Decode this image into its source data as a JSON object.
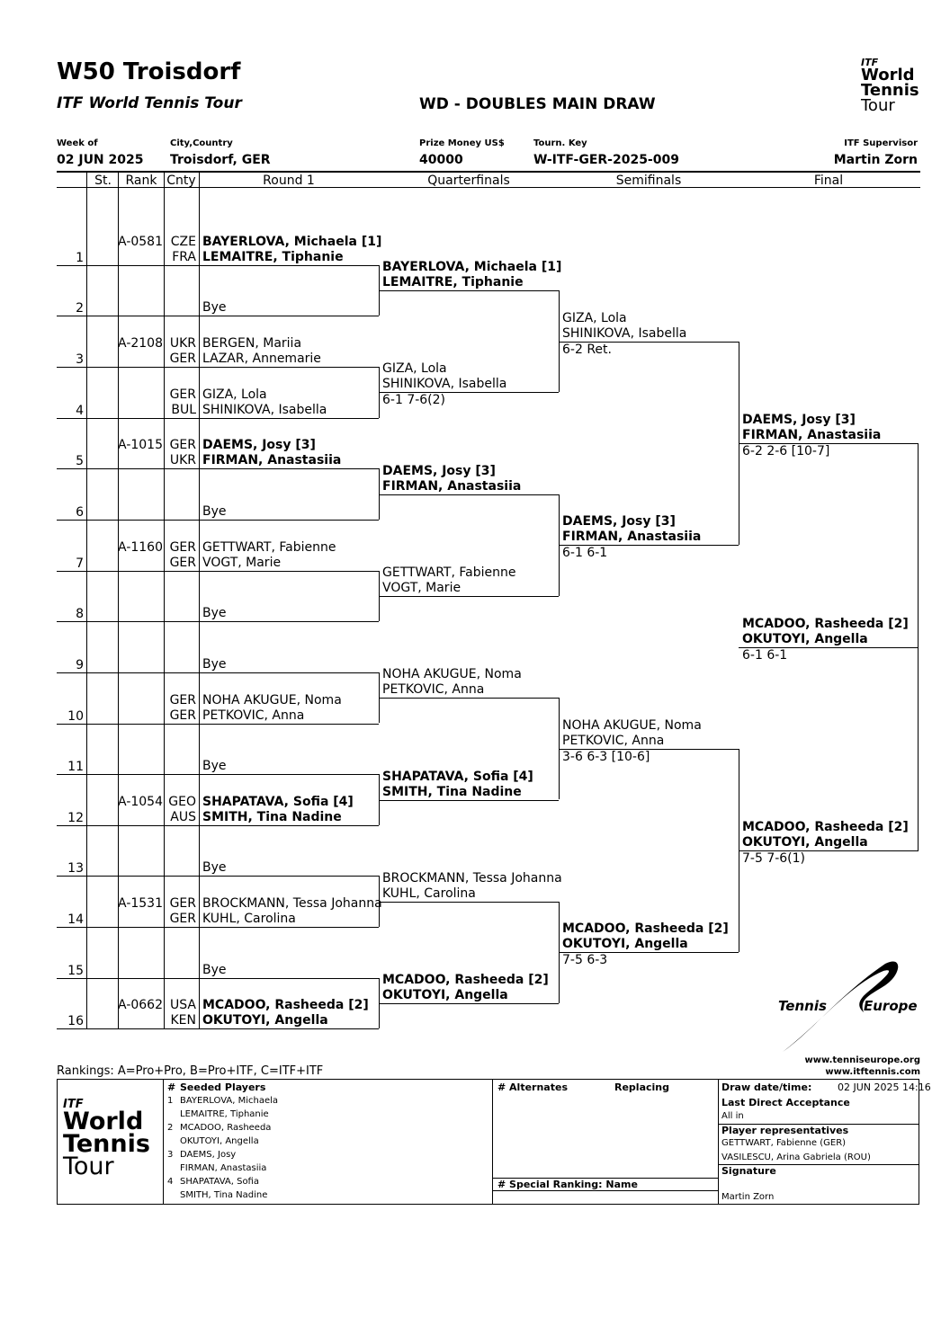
{
  "header": {
    "title": "W50 Troisdorf",
    "subtitle": "ITF World Tennis Tour",
    "draw_name": "WD - DOUBLES MAIN DRAW",
    "logo_text": [
      "World",
      "Tennis",
      "Tour"
    ],
    "logo_itf": "ITF"
  },
  "info": {
    "week_label": "Week of",
    "week_value": "02 JUN 2025",
    "city_label": "City,Country",
    "city_value": "Troisdorf, GER",
    "prize_label": "Prize Money US$",
    "prize_value": "40000",
    "key_label": "Tourn. Key",
    "key_value": "W-ITF-GER-2025-009",
    "sup_label": "ITF Supervisor",
    "sup_value": "Martin Zorn"
  },
  "columns": {
    "st": "St.",
    "rank": "Rank",
    "cnty": "Cnty",
    "r1": "Round 1",
    "qf": "Quarterfinals",
    "sf": "Semifinals",
    "f": "Final"
  },
  "lines": [
    {
      "num": "1",
      "rank": "A-0581",
      "c1": "CZE",
      "c2": "FRA",
      "p1": "BAYERLOVA, Michaela [1]",
      "p2": "LEMAITRE, Tiphanie",
      "bold": true
    },
    {
      "num": "2",
      "rank": "",
      "c1": "",
      "c2": "",
      "p1": "",
      "p2": "Bye",
      "bold": false
    },
    {
      "num": "3",
      "rank": "A-2108",
      "c1": "UKR",
      "c2": "GER",
      "p1": "BERGEN, Mariia",
      "p2": "LAZAR, Annemarie",
      "bold": false
    },
    {
      "num": "4",
      "rank": "",
      "c1": "GER",
      "c2": "BUL",
      "p1": "GIZA, Lola",
      "p2": "SHINIKOVA, Isabella",
      "bold": false
    },
    {
      "num": "5",
      "rank": "A-1015",
      "c1": "GER",
      "c2": "UKR",
      "p1": "DAEMS, Josy [3]",
      "p2": "FIRMAN, Anastasiia",
      "bold": true
    },
    {
      "num": "6",
      "rank": "",
      "c1": "",
      "c2": "",
      "p1": "",
      "p2": "Bye",
      "bold": false
    },
    {
      "num": "7",
      "rank": "A-1160",
      "c1": "GER",
      "c2": "GER",
      "p1": "GETTWART, Fabienne",
      "p2": "VOGT, Marie",
      "bold": false
    },
    {
      "num": "8",
      "rank": "",
      "c1": "",
      "c2": "",
      "p1": "",
      "p2": "Bye",
      "bold": false
    },
    {
      "num": "9",
      "rank": "",
      "c1": "",
      "c2": "",
      "p1": "",
      "p2": "Bye",
      "bold": false
    },
    {
      "num": "10",
      "rank": "",
      "c1": "GER",
      "c2": "GER",
      "p1": "NOHA AKUGUE, Noma",
      "p2": "PETKOVIC, Anna",
      "bold": false
    },
    {
      "num": "11",
      "rank": "",
      "c1": "",
      "c2": "",
      "p1": "",
      "p2": "Bye",
      "bold": false
    },
    {
      "num": "12",
      "rank": "A-1054",
      "c1": "GEO",
      "c2": "AUS",
      "p1": "SHAPATAVA, Sofia [4]",
      "p2": "SMITH, Tina Nadine",
      "bold": true
    },
    {
      "num": "13",
      "rank": "",
      "c1": "",
      "c2": "",
      "p1": "",
      "p2": "Bye",
      "bold": false
    },
    {
      "num": "14",
      "rank": "A-1531",
      "c1": "GER",
      "c2": "GER",
      "p1": "BROCKMANN, Tessa Johanna",
      "p2": "KUHL, Carolina",
      "bold": false
    },
    {
      "num": "15",
      "rank": "",
      "c1": "",
      "c2": "",
      "p1": "",
      "p2": "Bye",
      "bold": false
    },
    {
      "num": "16",
      "rank": "A-0662",
      "c1": "USA",
      "c2": "KEN",
      "p1": "MCADOO, Rasheeda [2]",
      "p2": "OKUTOYI, Angella",
      "bold": true
    }
  ],
  "qf": [
    {
      "p1": "BAYERLOVA, Michaela [1]",
      "p2": "LEMAITRE, Tiphanie",
      "score": "",
      "bold": true
    },
    {
      "p1": "GIZA, Lola",
      "p2": "SHINIKOVA, Isabella",
      "score": "6-1 7-6(2)",
      "bold": false
    },
    {
      "p1": "DAEMS, Josy [3]",
      "p2": "FIRMAN, Anastasiia",
      "score": "",
      "bold": true
    },
    {
      "p1": "GETTWART, Fabienne",
      "p2": "VOGT, Marie",
      "score": "",
      "bold": false
    },
    {
      "p1": "NOHA AKUGUE, Noma",
      "p2": "PETKOVIC, Anna",
      "score": "",
      "bold": false
    },
    {
      "p1": "SHAPATAVA, Sofia [4]",
      "p2": "SMITH, Tina Nadine",
      "score": "",
      "bold": true
    },
    {
      "p1": "BROCKMANN, Tessa Johanna",
      "p2": "KUHL, Carolina",
      "score": "",
      "bold": false
    },
    {
      "p1": "MCADOO, Rasheeda [2]",
      "p2": "OKUTOYI, Angella",
      "score": "",
      "bold": true
    }
  ],
  "sf": [
    {
      "p1": "GIZA, Lola",
      "p2": "SHINIKOVA, Isabella",
      "score": "6-2 Ret.",
      "bold": false
    },
    {
      "p1": "DAEMS, Josy [3]",
      "p2": "FIRMAN, Anastasiia",
      "score": "6-1 6-1",
      "bold": true
    },
    {
      "p1": "NOHA AKUGUE, Noma",
      "p2": "PETKOVIC, Anna",
      "score": "3-6 6-3 [10-6]",
      "bold": false
    },
    {
      "p1": "MCADOO, Rasheeda [2]",
      "p2": "OKUTOYI, Angella",
      "score": "7-5 6-3",
      "bold": true
    }
  ],
  "final": [
    {
      "p1": "DAEMS, Josy [3]",
      "p2": "FIRMAN, Anastasiia",
      "score": "6-2 2-6 [10-7]",
      "bold": true
    },
    {
      "p1": "MCADOO, Rasheeda [2]",
      "p2": "OKUTOYI, Angella",
      "score": "7-5 7-6(1)",
      "bold": true
    }
  ],
  "winner": {
    "p1": "MCADOO, Rasheeda [2]",
    "p2": "OKUTOYI, Angella",
    "score": "6-1 6-1"
  },
  "tennis_europe": {
    "left": "Tennis",
    "right": "Europe"
  },
  "websites": [
    "www.tenniseurope.org",
    "www.itftennis.com"
  ],
  "rankings_note": "Rankings: A=Pro+Pro, B=Pro+ITF, C=ITF+ITF",
  "seeded": {
    "hash": "#",
    "title": "Seeded Players",
    "rows": [
      {
        "n": "1",
        "a": "BAYERLOVA, Michaela",
        "b": "LEMAITRE, Tiphanie"
      },
      {
        "n": "2",
        "a": "MCADOO, Rasheeda",
        "b": "OKUTOYI, Angella"
      },
      {
        "n": "3",
        "a": "DAEMS, Josy",
        "b": "FIRMAN, Anastasiia"
      },
      {
        "n": "4",
        "a": "SHAPATAVA, Sofia",
        "b": "SMITH, Tina Nadine"
      }
    ]
  },
  "alternates": {
    "title": "# Alternates",
    "replacing": "Replacing",
    "special": "#  Special Ranking: Name"
  },
  "draw_info": {
    "date_label": "Draw date/time:",
    "date_value": "02 JUN 2025 14:16",
    "lda_label": "Last Direct Acceptance",
    "lda_value": "All in",
    "rep_label": "Player representatives",
    "rep1": "GETTWART, Fabienne (GER)",
    "rep2": "VASILESCU, Arina Gabriela (ROU)",
    "sig_label": "Signature",
    "sig_value": "Martin Zorn"
  }
}
